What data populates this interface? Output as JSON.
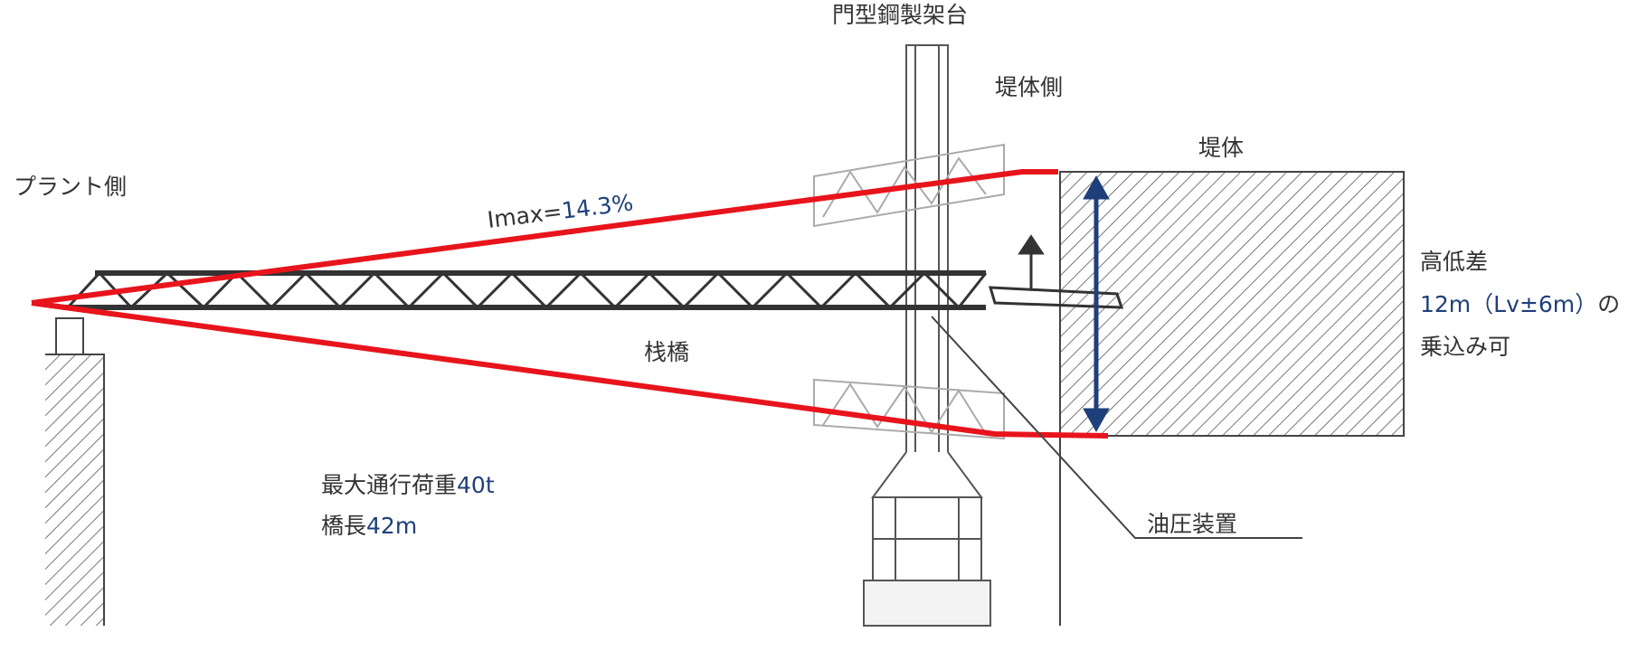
{
  "labels": {
    "portal_frame": "門型鋼製架台",
    "embankment_side": "堤体側",
    "embankment": "堤体",
    "plant_side": "プラント側",
    "slope_prefix": "Imax=",
    "slope_value": "14.3%",
    "bridge": "栈橋",
    "height_diff_title": "高低差",
    "height_diff_value": "12m（Lv±6m）",
    "height_diff_suffix": "の",
    "boarding": "乗込み可",
    "max_load_prefix": "最大通行荷重",
    "max_load_value": "40t",
    "length_prefix": "橋長",
    "length_value": "42m",
    "hydraulic": "油圧装置"
  },
  "colors": {
    "red": "#e8141c",
    "blue": "#1f3f7a",
    "line": "#444444"
  }
}
